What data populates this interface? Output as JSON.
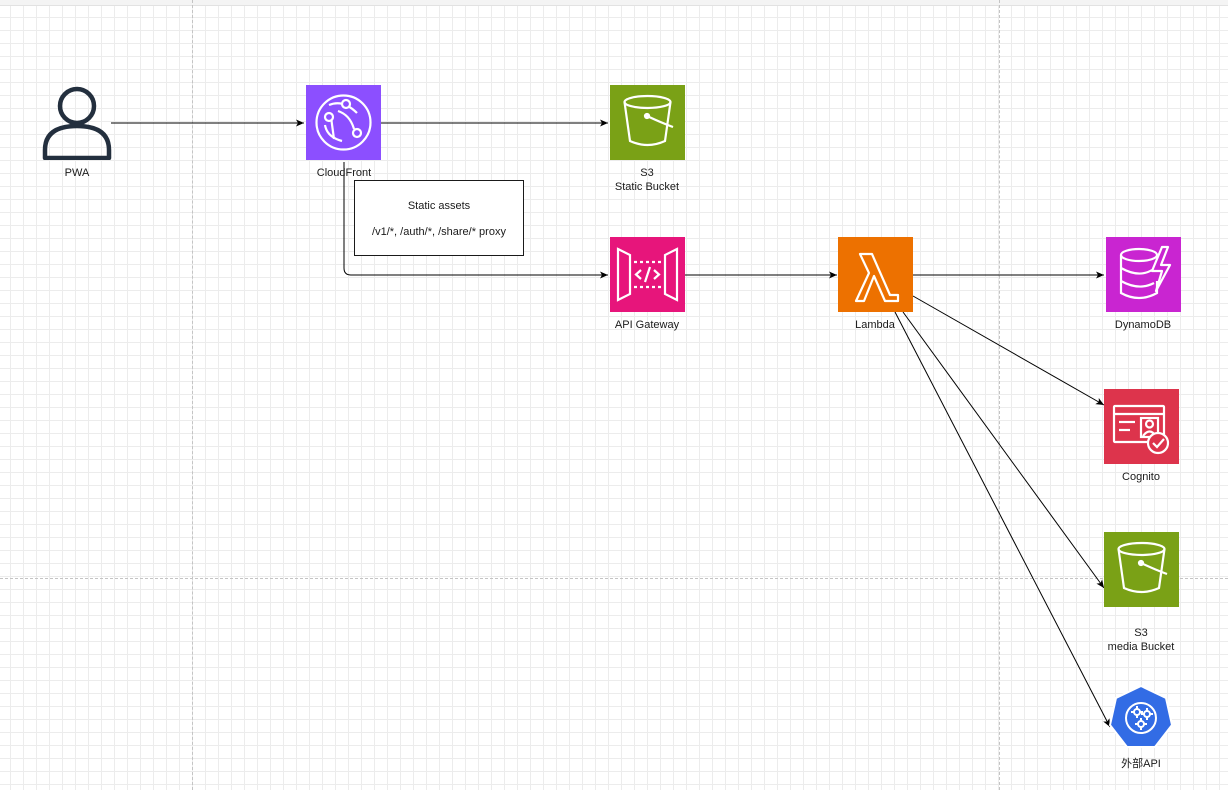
{
  "diagram": {
    "nodes": {
      "pwa": {
        "label": "PWA",
        "icon": "user-icon"
      },
      "cloudfront": {
        "label": "CloudFront",
        "icon": "cloudfront-icon",
        "color": "#8c4fff"
      },
      "s3_static": {
        "label_line1": "S3",
        "label_line2": "Static Bucket",
        "icon": "bucket-icon",
        "color": "#7aa116"
      },
      "api_gateway": {
        "label": "API Gateway",
        "icon": "api-gateway-icon",
        "color": "#e7157b"
      },
      "lambda": {
        "label": "Lambda",
        "icon": "lambda-icon",
        "color": "#ed7100"
      },
      "dynamodb": {
        "label": "DynamoDB",
        "icon": "dynamodb-icon",
        "color": "#c925d1"
      },
      "cognito": {
        "label": "Cognito",
        "icon": "cognito-icon",
        "color": "#dd344c"
      },
      "s3_media": {
        "label_line1": "S3",
        "label_line2": "media Bucket",
        "icon": "bucket-icon",
        "color": "#7aa116"
      },
      "external_api": {
        "label": "外部API",
        "icon": "kubernetes-icon",
        "color": "#326ce5"
      }
    },
    "note": {
      "line1": "Static assets",
      "line2": "/v1/*, /auth/*, /share/* proxy"
    }
  }
}
